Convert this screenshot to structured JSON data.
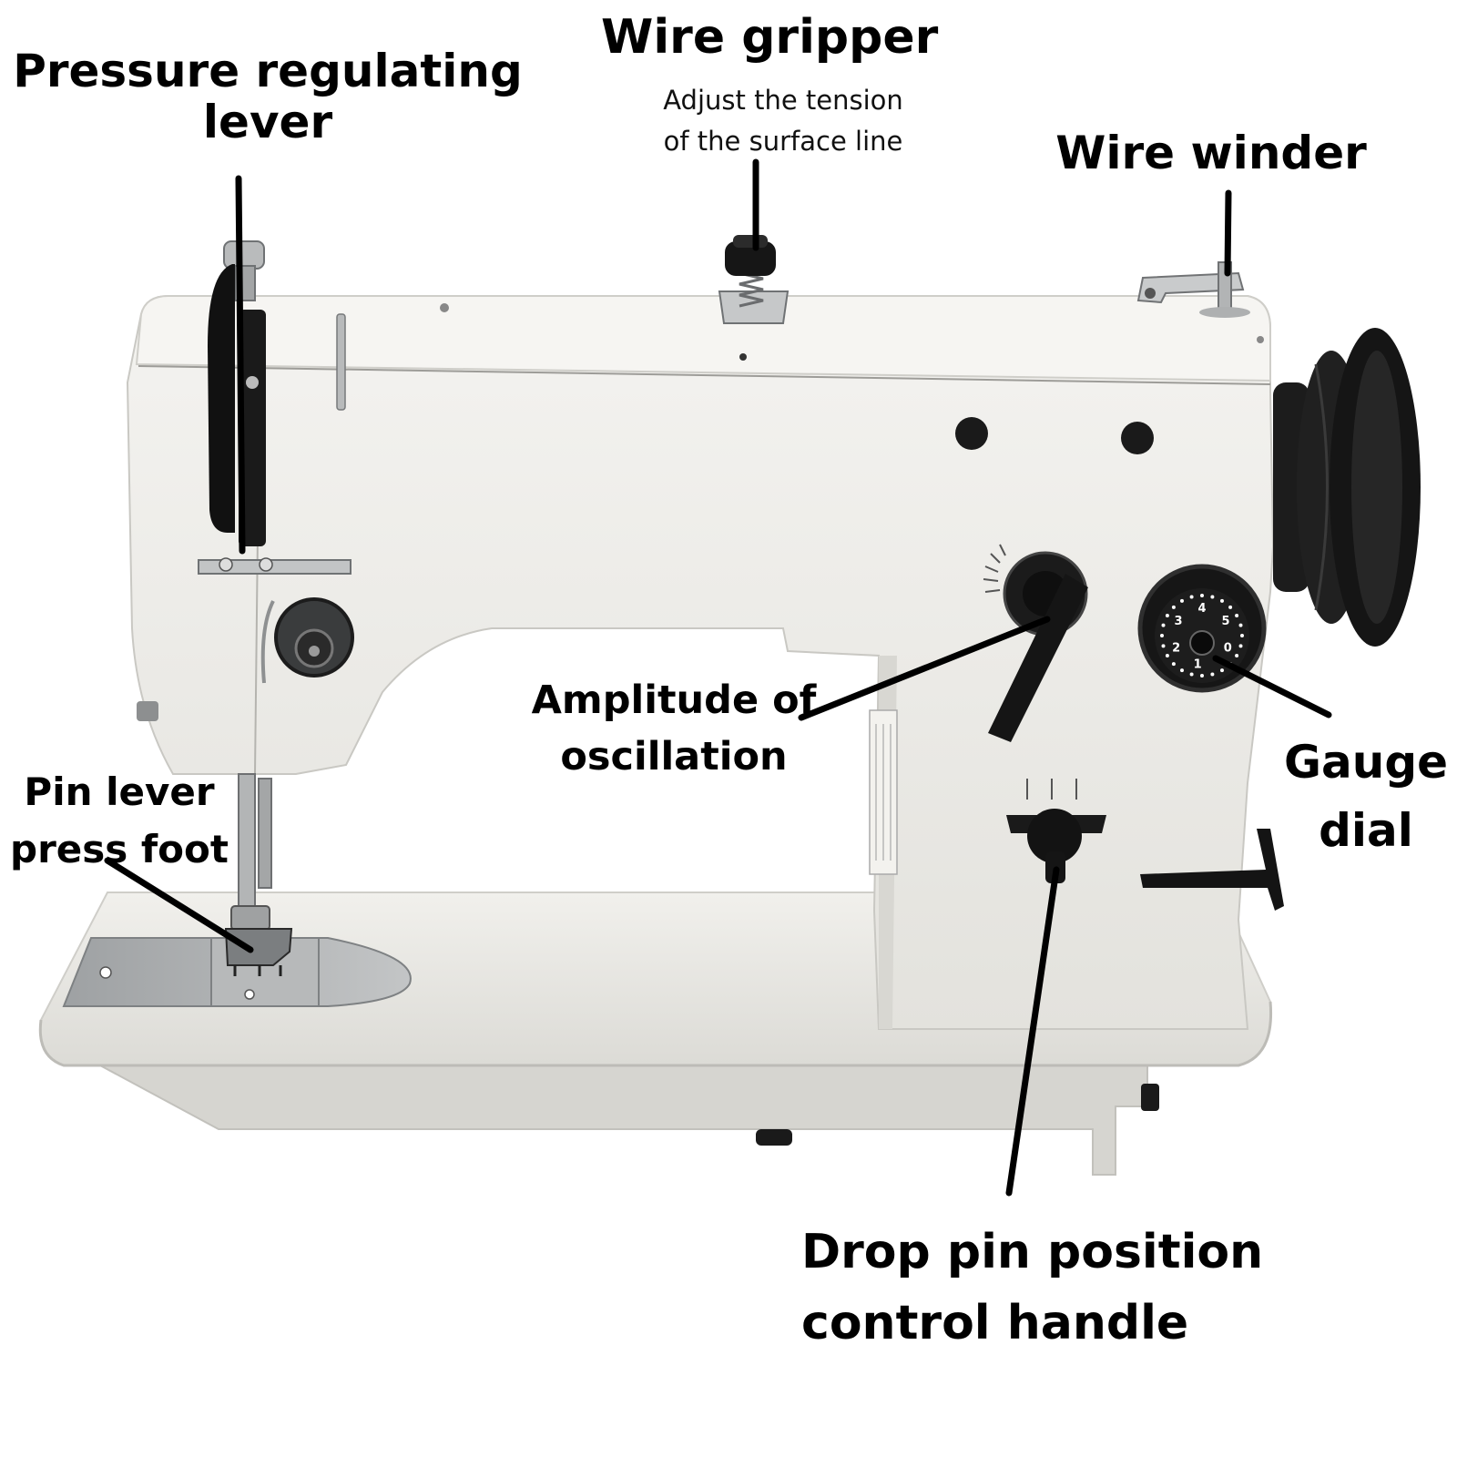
{
  "colors": {
    "machine_body": "#eeede9",
    "machine_shadow": "#d9d8d3",
    "knob_black": "#161616",
    "metal": "#a9abac",
    "leader_line": "#000000",
    "background": "#ffffff"
  },
  "labels": {
    "pressure_regulating_lever": {
      "line1": "Pressure regulating",
      "line2": "lever"
    },
    "wire_gripper": {
      "title": "Wire gripper",
      "desc_line1": "Adjust the tension",
      "desc_line2": "of the surface line"
    },
    "wire_winder": {
      "title": "Wire winder"
    },
    "pin_lever_press_foot": {
      "line1": "Pin lever",
      "line2": "press foot"
    },
    "amplitude_of_oscillation": {
      "line1": "Amplitude of",
      "line2": "oscillation"
    },
    "gauge_dial": {
      "line1": "Gauge",
      "line2": "dial"
    },
    "drop_pin_position_control_handle": {
      "line1": "Drop pin position",
      "line2": "control handle"
    }
  },
  "gauge_dial_numbers": [
    "1",
    "2",
    "3",
    "4",
    "5",
    "0"
  ]
}
